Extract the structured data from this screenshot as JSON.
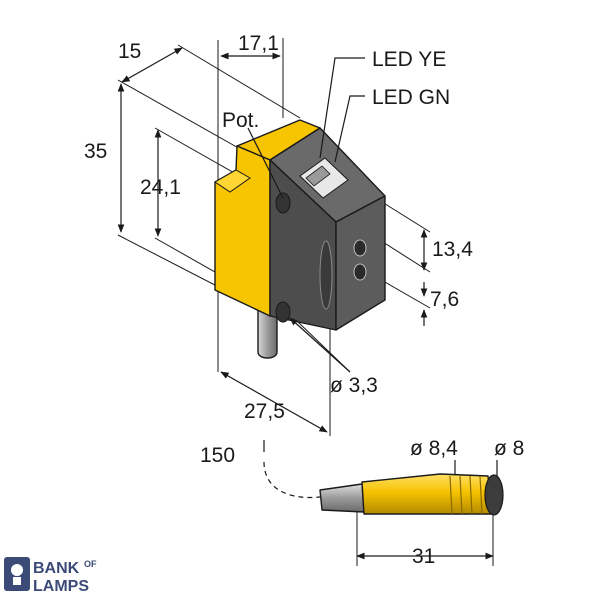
{
  "labels": {
    "dim_15": "15",
    "dim_17_1": "17,1",
    "led_ye": "LED YE",
    "led_gn": "LED GN",
    "pot": "Pot.",
    "dim_35": "35",
    "dim_24_1": "24,1",
    "dim_13_4": "13,4",
    "dim_7_6": "7,6",
    "dim_d3_3": "ø 3,3",
    "dim_27_5": "27,5",
    "dim_150": "150",
    "dim_d8_4": "ø 8,4",
    "dim_d8": "ø 8",
    "dim_31": "31"
  },
  "logo": {
    "line1": "BANK",
    "line1_sup": "OF",
    "line2": "LAMPS"
  },
  "colors": {
    "housing_yellow": "#f7c400",
    "housing_yellow_dark": "#d9a800",
    "lens_dark": "#4a4a4a",
    "lens_mid": "#5e5e5e",
    "cable_grey": "#b8b8b8",
    "connector_yellow": "#f5c200",
    "logo_blue": "#3c4a78"
  }
}
